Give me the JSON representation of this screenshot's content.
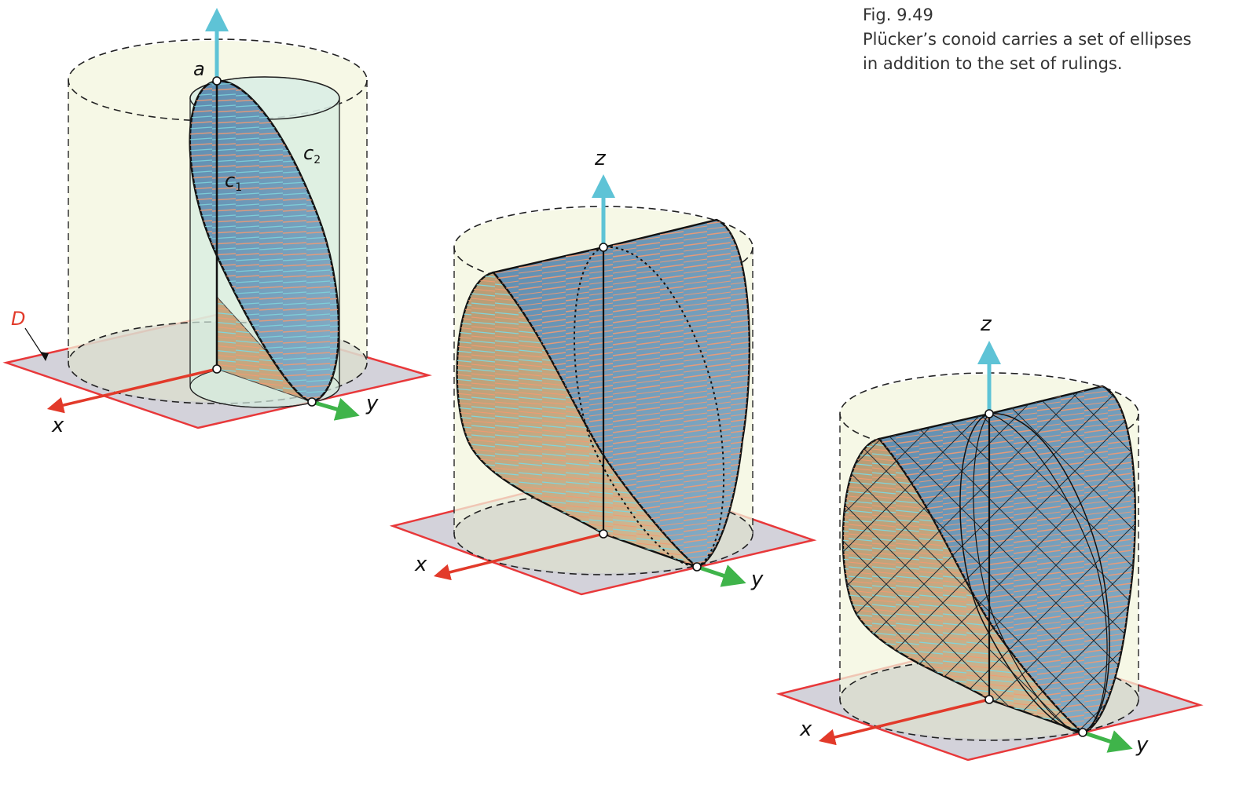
{
  "caption": {
    "figure_number": "Fig. 9.49",
    "line_1": "Plücker’s conoid carries a set of ellipses",
    "line_2": "in addition to the set of rulings."
  },
  "figure_1": {
    "label_a": "a",
    "label_c": "c",
    "label_c1_sub": "1",
    "label_c2_sub": "2",
    "label_d": "D",
    "axis_x": "x",
    "axis_y": "y"
  },
  "figure_2": {
    "axis_x": "x",
    "axis_y": "y",
    "axis_z": "z"
  },
  "figure_3": {
    "axis_x": "x",
    "axis_y": "y",
    "axis_z": "z"
  },
  "colors": {
    "cylinder_fill": "#f3f6dd",
    "base_plane": "#d3d2da",
    "plane_edge": "#e8383a",
    "surface_blue": "#6f9ab8",
    "surface_tan": "#c5a77f",
    "ruling_orange": "#f29a72",
    "ruling_cyan": "#7fd6dc",
    "axis_x_color": "#e23a2a",
    "axis_y_color": "#3fb44a",
    "axis_z_color": "#5ec3d6"
  }
}
